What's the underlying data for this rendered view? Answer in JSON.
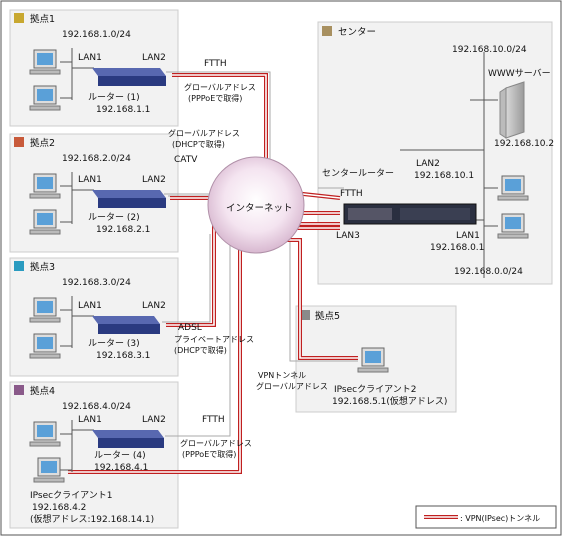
{
  "sites": {
    "site1": {
      "title": "拠点1",
      "subnet": "192.168.1.0/24",
      "lan1": "LAN1",
      "lan2": "LAN2",
      "router_name": "ルーター (1)",
      "router_ip": "192.168.1.1",
      "color": "#c8a830"
    },
    "site2": {
      "title": "拠点2",
      "subnet": "192.168.2.0/24",
      "lan1": "LAN1",
      "lan2": "LAN2",
      "router_name": "ルーター (2)",
      "router_ip": "192.168.2.1",
      "color": "#c85a3a"
    },
    "site3": {
      "title": "拠点3",
      "subnet": "192.168.3.0/24",
      "lan1": "LAN1",
      "lan2": "LAN2",
      "router_name": "ルーター (3)",
      "router_ip": "192.168.3.1",
      "color": "#2a9bc0"
    },
    "site4": {
      "title": "拠点4",
      "subnet": "192.168.4.0/24",
      "lan1": "LAN1",
      "lan2": "LAN2",
      "router_name": "ルーター (4)",
      "router_ip": "192.168.4.1",
      "color": "#8a5a8a",
      "client_name": "IPsecクライアント1",
      "client_ip": "192.168.4.2",
      "client_virtual": "(仮想アドレス:192.168.14.1)"
    },
    "site5": {
      "title": "拠点5",
      "client_name": "IPsecクライアント2",
      "client_ip": "192.168.5.1(仮想アドレス)",
      "color": "#8a8a8a"
    }
  },
  "connections": {
    "ftth1": "FTTH",
    "global1": "グローバルアドレス",
    "pppoe1": "(PPPoEで取得)",
    "global2": "グローバルアドレス",
    "dhcp2": "(DHCPで取得)",
    "catv": "CATV",
    "adsl": "ADSL",
    "private3": "プライベートアドレス",
    "dhcp3": "(DHCPで取得)",
    "ftth4": "FTTH",
    "global4": "グローバルアドレス",
    "pppoe4": "(PPPoEで取得)",
    "vpn_tunnel": "VPNトンネル",
    "vpn_global": "グローバルアドレス"
  },
  "internet": {
    "label": "インターネット"
  },
  "center": {
    "title": "センター",
    "color": "#a89060",
    "router_label": "センタールーター",
    "wan": "FTTH",
    "lan2": "LAN2",
    "lan2_ip": "192.168.10.1",
    "lan3": "LAN3",
    "lan1": "LAN1",
    "lan1_ip": "192.168.0.1",
    "subnet10": "192.168.10.0/24",
    "www_label": "WWWサーバー",
    "www_ip": "192.168.10.2",
    "subnet0": "192.168.0.0/24"
  },
  "legend": {
    "label": ": VPN(IPsec)トンネル"
  }
}
